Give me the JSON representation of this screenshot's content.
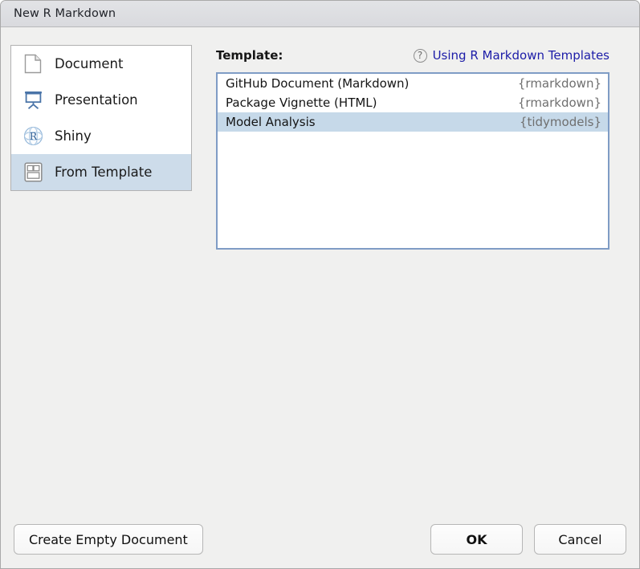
{
  "window": {
    "title": "New R Markdown"
  },
  "sidebar": {
    "items": [
      {
        "label": "Document",
        "icon": "document-page-icon",
        "selected": false
      },
      {
        "label": "Presentation",
        "icon": "presentation-icon",
        "selected": false
      },
      {
        "label": "Shiny",
        "icon": "shiny-r-globe-icon",
        "selected": false
      },
      {
        "label": "From Template",
        "icon": "template-grid-icon",
        "selected": true
      }
    ]
  },
  "panel": {
    "title": "Template:",
    "help_icon": "question-mark-icon",
    "help_link": "Using R Markdown Templates",
    "rows": [
      {
        "name": "GitHub Document (Markdown)",
        "package": "{rmarkdown}",
        "selected": false
      },
      {
        "name": "Package Vignette (HTML)",
        "package": "{rmarkdown}",
        "selected": false
      },
      {
        "name": "Model Analysis",
        "package": "{tidymodels}",
        "selected": true
      }
    ]
  },
  "footer": {
    "create_empty": "Create Empty Document",
    "ok": "OK",
    "cancel": "Cancel"
  },
  "colors": {
    "selection": "#c6d9e9",
    "link": "#1c1ca8",
    "focus_border": "#7f9cc5",
    "titlebar": "#dcdde0",
    "body": "#f0f0ef"
  }
}
